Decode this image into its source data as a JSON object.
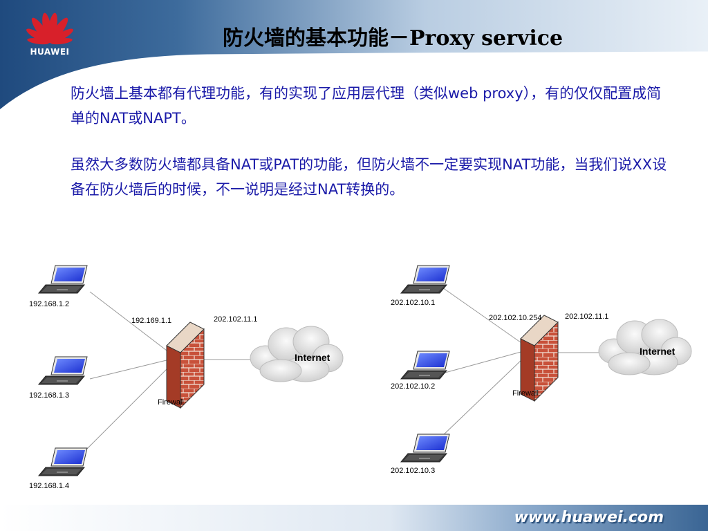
{
  "brand": {
    "logo_text": "HUAWEI",
    "url": "www.huawei.com"
  },
  "title": "防火墙的基本功能－Proxy service",
  "paragraphs": {
    "p1": "防火墙上基本都有代理功能，有的实现了应用层代理（类似web proxy），有的仅仅配置成简单的NAT或NAPT。",
    "p2": "虽然大多数防火墙都具备NAT或PAT的功能，但防火墙不一定要实现NAT功能，当我们说XX设备在防火墙后的时候，不一说明是经过NAT转换的。"
  },
  "diagram_left": {
    "hosts": [
      "192.168.1.2",
      "192.168.1.3",
      "192.168.1.4"
    ],
    "firewall_inside_ip": "192.169.1.1",
    "firewall_outside_ip": "202.102.11.1",
    "firewall_label": "Firewall",
    "cloud_label": "Internet"
  },
  "diagram_right": {
    "hosts": [
      "202.102.10.1",
      "202.102.10.2",
      "202.102.10.3"
    ],
    "firewall_inside_ip": "202.102.10.254",
    "firewall_outside_ip": "202.102.11.1",
    "firewall_label": "Firewall",
    "cloud_label": "Internet"
  },
  "colors": {
    "band_dark": "#1f4a7e",
    "band_light": "#a9c2dc",
    "body_text": "#1a1aa8",
    "logo_red": "#d8202a"
  }
}
